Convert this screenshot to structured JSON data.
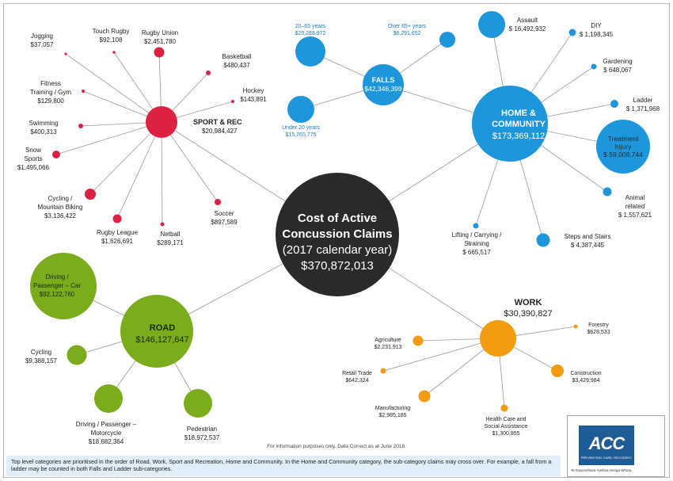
{
  "center": {
    "title1": "Cost of Active",
    "title2": "Concussion Claims",
    "title3": "(2017 calendar year)",
    "total": "$370,872,013"
  },
  "groups": {
    "sport": {
      "name": "SPORT & REC",
      "value": "$20,984,427",
      "color": "#dc2143"
    },
    "home": {
      "name1": "HOME &",
      "name2": "COMMUNITY",
      "value": "$173,369,112",
      "color": "#1e96dc"
    },
    "falls": {
      "name": "FALLS",
      "value": "$42,346,399"
    },
    "road": {
      "name": "ROAD",
      "value": "$146,127,647",
      "color": "#7aac1c"
    },
    "work": {
      "name": "WORK",
      "value": "$30,390,827",
      "color": "#f39c11"
    }
  },
  "sport_items": [
    {
      "l1": "Jogging",
      "l2": "$37,057"
    },
    {
      "l1": "Touch Rugby",
      "l2": "$92,108"
    },
    {
      "l1": "Rugby Union",
      "l2": "$2,451,780"
    },
    {
      "l1": "Basketball",
      "l2": "$480,437"
    },
    {
      "l1": "Hockey",
      "l2": "$143,891"
    },
    {
      "l1": "Fitness",
      "l2": "Training / Gym",
      "l3": "$129,800"
    },
    {
      "l1": "Swimming",
      "l2": "$400,313"
    },
    {
      "l1": "Snow",
      "l2": "Sports",
      "l3": "$1,495,066"
    },
    {
      "l1": "Cycling /",
      "l2": "Mountain Biking",
      "l3": "$3,136,422"
    },
    {
      "l1": "Rugby League",
      "l2": "$1,626,691"
    },
    {
      "l1": "Netball",
      "l2": "$289,171"
    },
    {
      "l1": "Soccer",
      "l2": "$897,589"
    }
  ],
  "falls_items": [
    {
      "l1": "20–65 years",
      "l2": "$20,288,972"
    },
    {
      "l1": "Over 65+ years",
      "l2": "$6,291,652"
    },
    {
      "l1": "Under 20 years",
      "l2": "$15,765,775"
    }
  ],
  "home_items": [
    {
      "l1": "Assault",
      "l2": "$ 16,492,932"
    },
    {
      "l1": "DIY",
      "l2": "$ 1,198,345"
    },
    {
      "l1": "Gardening",
      "l2": "$ 648,067"
    },
    {
      "l1": "Ladder",
      "l2": "$ 1,371,968"
    },
    {
      "l1": "Treatment",
      "l2": "Injury",
      "l3": "$ 59,008,744"
    },
    {
      "l1": "Animal",
      "l2": "related",
      "l3": "$ 1,557,621"
    },
    {
      "l1": "Steps and Stairs",
      "l2": "$ 4,387,445"
    },
    {
      "l1": "Lifting / Carrying /",
      "l2": "Straining",
      "l3": "$ 665,517"
    }
  ],
  "road_items": [
    {
      "l1": "Driving /",
      "l2": "Passenger – Car",
      "l3": "$92,122,760"
    },
    {
      "l1": "Cycling",
      "l2": "$9,388,157"
    },
    {
      "l1": "Driving / Passenger –",
      "l2": "Motorcycle",
      "l3": "$18,682,364"
    },
    {
      "l1": "Pedestrian",
      "l2": "$18,972,537"
    }
  ],
  "work_items": [
    {
      "l1": "Forestry",
      "l2": "$628,533"
    },
    {
      "l1": "Agriculture",
      "l2": "$2,231,913"
    },
    {
      "l1": "Retail Trade",
      "l2": "$642,324"
    },
    {
      "l1": "Construction",
      "l2": "$3,429,984"
    },
    {
      "l1": "Manufacturing",
      "l2": "$2,985,185"
    },
    {
      "l1": "Health Care and",
      "l2": "Social Assistance",
      "l3": "$1,300,855"
    }
  ],
  "note": "For information purposes only. Data Correct as at June 2018.",
  "footer": "Top level categories are prioritised in the order of Road, Work, Sport and Recreation, Home and Community. In the Home and Community category, the sub-category claims may cross over. For example, a fall from a ladder may be counted in both Falls and Ladder sub-categories.",
  "logo": {
    "word": "ACC",
    "tagline": "PREVENTION. CARE. RECOVERY.",
    "sub": "Te Kaporeihana Āwhina Hunga Whara"
  }
}
